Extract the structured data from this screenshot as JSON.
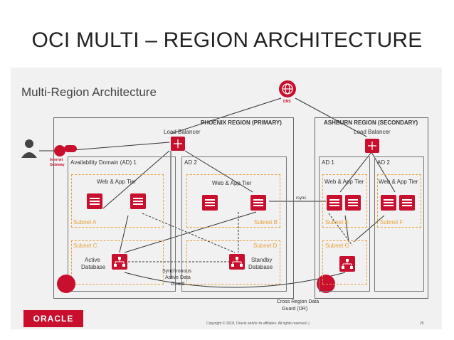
{
  "slide": {
    "title": "OCI MULTI – REGION ARCHITECTURE"
  },
  "diagram": {
    "heading": "Multi-Region Architecture",
    "dns_label": "DNS",
    "gateway_label_1": "Internet",
    "gateway_label_2": "Gateway",
    "phoenix": {
      "title": "PHOENIX REGION (PRIMARY)",
      "load_balancer": "Load Balancer",
      "ad1": "Availability Domain (AD) 1",
      "ad2": "AD 2",
      "tier1": "Web & App Tier",
      "tier2": "Web & App Tier",
      "subnet_a": "Subnet A",
      "subnet_b": "Subnet B",
      "subnet_c": "Subnet C",
      "subnet_d": "Subnet D",
      "active_db_1": "Active",
      "active_db_2": "Database",
      "standby_db_1": "Standby",
      "standby_db_2": "Database",
      "sync_1": "Synchronous",
      "sync_2": "Active Data",
      "sync_3": "Guard"
    },
    "ashburn": {
      "title": "ASHBURN REGION (SECONDARY)",
      "load_balancer": "Load Balancer",
      "ad1": "AD 1",
      "ad2": "AD 2",
      "tier1": "Web & App Tier",
      "tier2": "Web & App Tier",
      "subnet_e": "Subnet E",
      "subnet_f": "Subnet F",
      "subnet_g": "Subnet G"
    },
    "rsync": "rsync",
    "cross_region_1": "Cross Region Data",
    "cross_region_2": "Guard (DR)"
  },
  "footer": {
    "brand": "ORACLE",
    "copyright": "Copyright © 2018, Oracle and/or its affiliates. All rights reserved.  |",
    "page": "25"
  },
  "colors": {
    "accent": "#c8102e",
    "subnet_border": "#e8a13c",
    "panel": "#f1f1f1"
  }
}
